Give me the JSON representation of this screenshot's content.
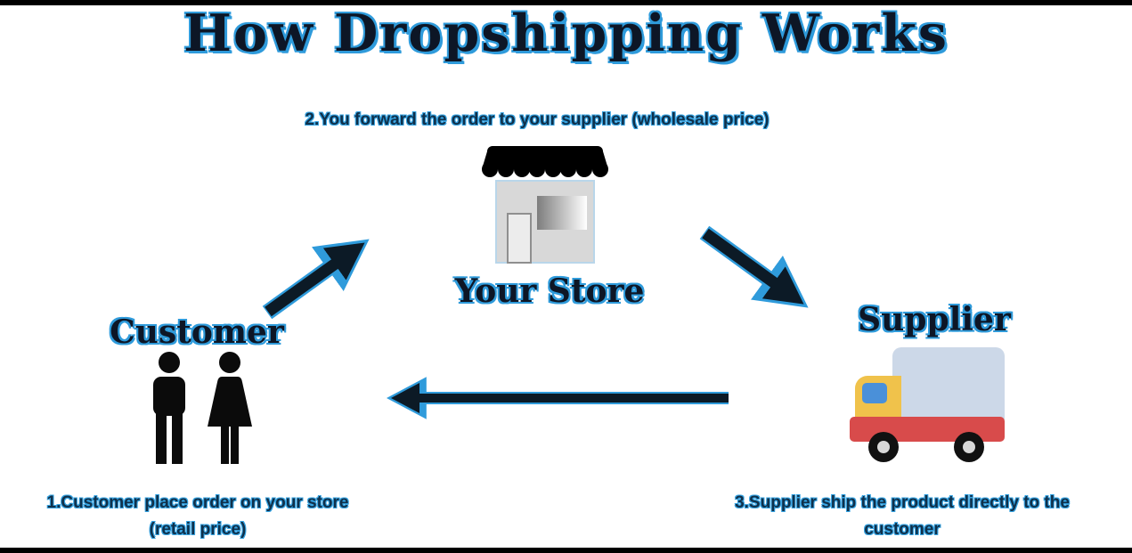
{
  "title": "How Dropshipping Works",
  "nodes": {
    "store": "Your Store",
    "customer": "Customer",
    "supplier": "Supplier"
  },
  "steps": {
    "step1_line1": "1.Customer place order on your store",
    "step1_line2": "(retail price)",
    "step2": "2.You forward the order to your supplier (wholesale price)",
    "step3_line1": "3.Supplier ship the product directly to the",
    "step3_line2": "customer"
  },
  "icons": {
    "store": "storefront-icon",
    "customer": "man-and-woman-icon",
    "supplier": "delivery-truck-icon",
    "arrow_customer_to_store": "customer-to-store-arrow",
    "arrow_store_to_supplier": "store-to-supplier-arrow",
    "arrow_supplier_to_customer": "supplier-to-customer-arrow"
  },
  "colors": {
    "text_dark": "#0d1626",
    "outline_blue": "#2f9bdb",
    "step_text_blue": "#10304a",
    "icon_black": "#0b0b0b",
    "store_facade_gray": "#d8d8d8",
    "truck_box_blue_gray": "#ccd8e8",
    "truck_cab_yellow": "#f0c24b",
    "truck_window_blue": "#4a90d9",
    "truck_stripe_red": "#d84b4b",
    "background": "#ffffff"
  }
}
